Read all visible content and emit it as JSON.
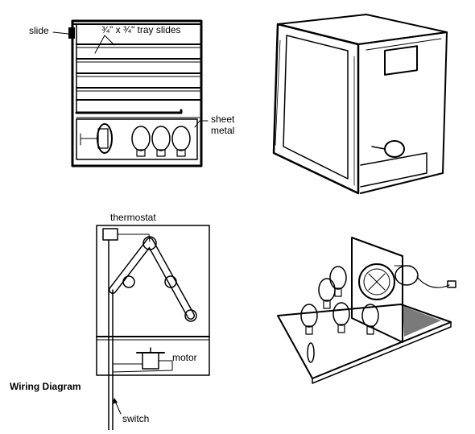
{
  "labels": {
    "slide": "slide",
    "tray_slides": "¾\" x ¾\" tray slides",
    "sheet": "sheet",
    "metal": "metal",
    "thermostat": "thermostat",
    "motor": "motor",
    "wiring_diagram": "Wiring Diagram",
    "switch": "switch"
  }
}
